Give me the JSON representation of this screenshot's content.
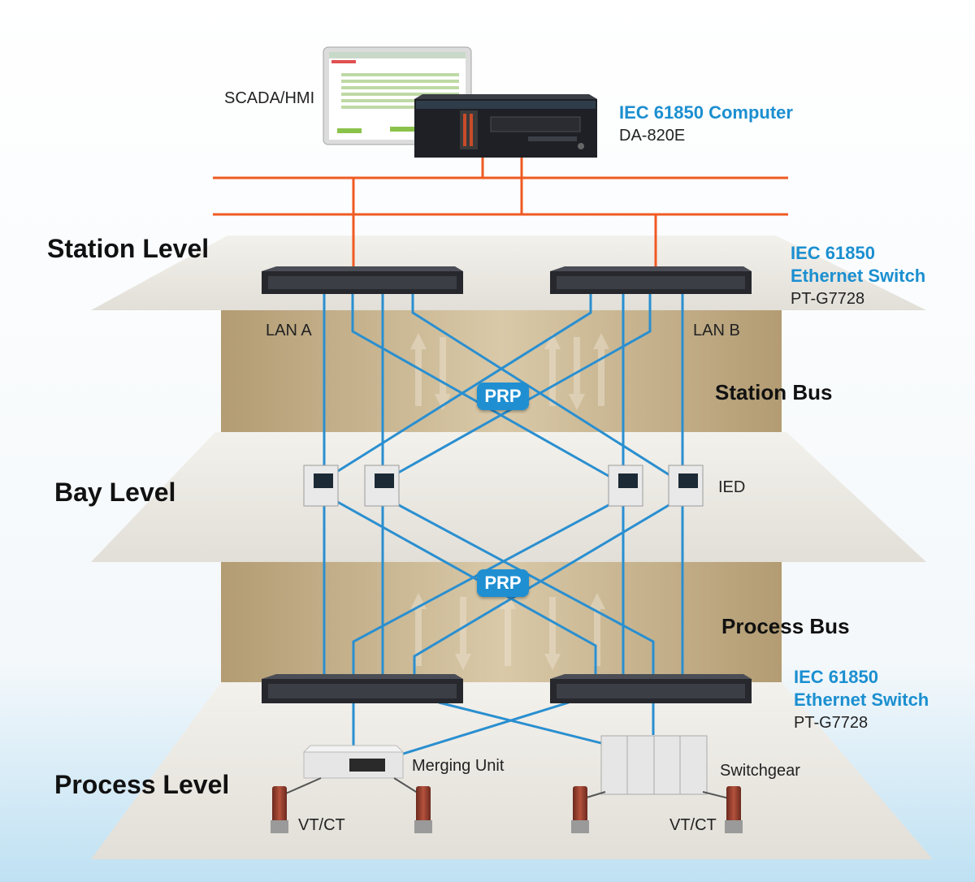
{
  "levels": {
    "station": "Station Level",
    "bay": "Bay Level",
    "process": "Process Level"
  },
  "buses": {
    "station": "Station Bus",
    "process": "Process Bus"
  },
  "devices": {
    "scada": "SCADA/HMI",
    "computer_title": "IEC 61850 Computer",
    "computer_model": "DA-820E",
    "station_switch_title_1": "IEC 61850",
    "station_switch_title_2": "Ethernet Switch",
    "station_switch_model": "PT-G7728",
    "process_switch_title_1": "IEC 61850",
    "process_switch_title_2": "Ethernet Switch",
    "process_switch_model": "PT-G7728",
    "ied": "IED",
    "merging_unit": "Merging Unit",
    "switchgear": "Switchgear",
    "vtct_left": "VT/CT",
    "vtct_right": "VT/CT"
  },
  "networks": {
    "lan_a": "LAN A",
    "lan_b": "LAN B",
    "prp_upper": "PRP",
    "prp_lower": "PRP"
  },
  "colors": {
    "blue_accent": "#1b8fd0",
    "link_blue": "#2a8fd0",
    "station_bus_orange": "#f05a22",
    "wall_tan": "#c8b491",
    "floor_gray": "#ebe9e4"
  }
}
